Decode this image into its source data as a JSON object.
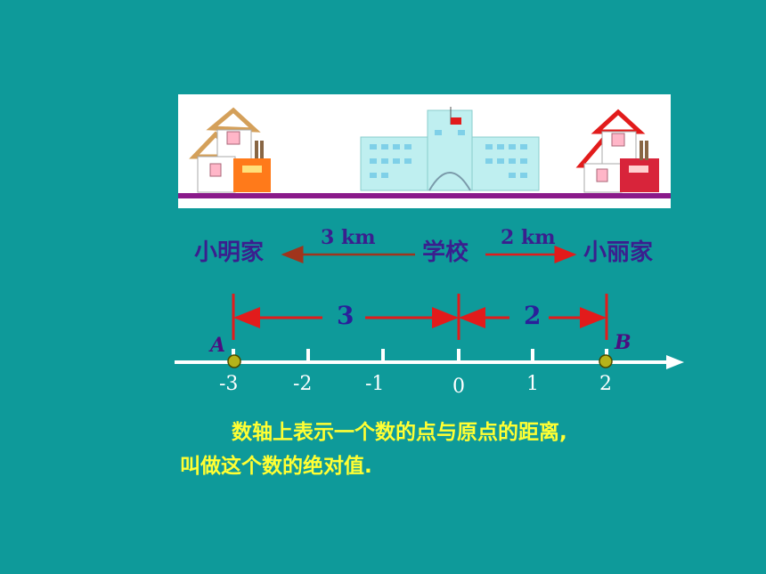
{
  "places": {
    "left": "小明家",
    "center": "学校",
    "right": "小丽家"
  },
  "distances": {
    "left_km": "3 km",
    "right_km": "2 km",
    "left_num": "3",
    "right_num": "2"
  },
  "axis": {
    "ticks": [
      "-3",
      "-2",
      "-1",
      "0",
      "1",
      "2"
    ],
    "point_a": "A",
    "point_b": "B"
  },
  "definition": {
    "line1": "数轴上表示一个数的点与原点的距离,",
    "line2": "叫做这个数的绝对值."
  },
  "colors": {
    "background": "#0e9a9a",
    "axis": "#ffffff",
    "marker": "#e21b1b",
    "text": "#3a1f8e",
    "definition": "#ffff33"
  }
}
